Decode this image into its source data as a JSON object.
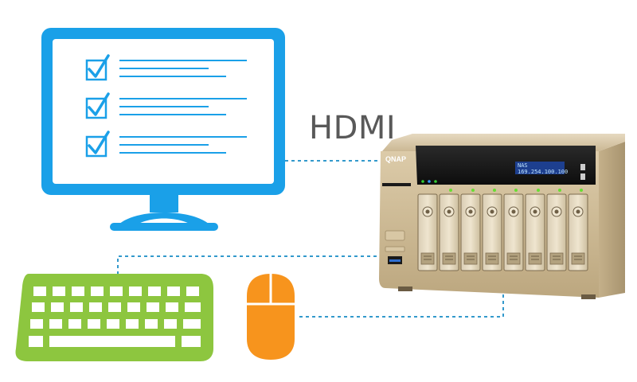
{
  "connection": {
    "label": "HDMI"
  },
  "nas": {
    "brand": "QNAP",
    "lcd_line1": "NAS",
    "lcd_line2": "169.254.100.100",
    "drive_bays": 8
  },
  "monitor": {
    "checklist_items": 3
  },
  "colors": {
    "monitor": "#1aa0e8",
    "keyboard": "#8dc63f",
    "mouse": "#f7941d",
    "cable": "#3399cc",
    "label_text": "#595959",
    "nas_body": "#cdbb9b",
    "nas_front": "#1a1a1a",
    "lcd": "#1d3f8f"
  }
}
